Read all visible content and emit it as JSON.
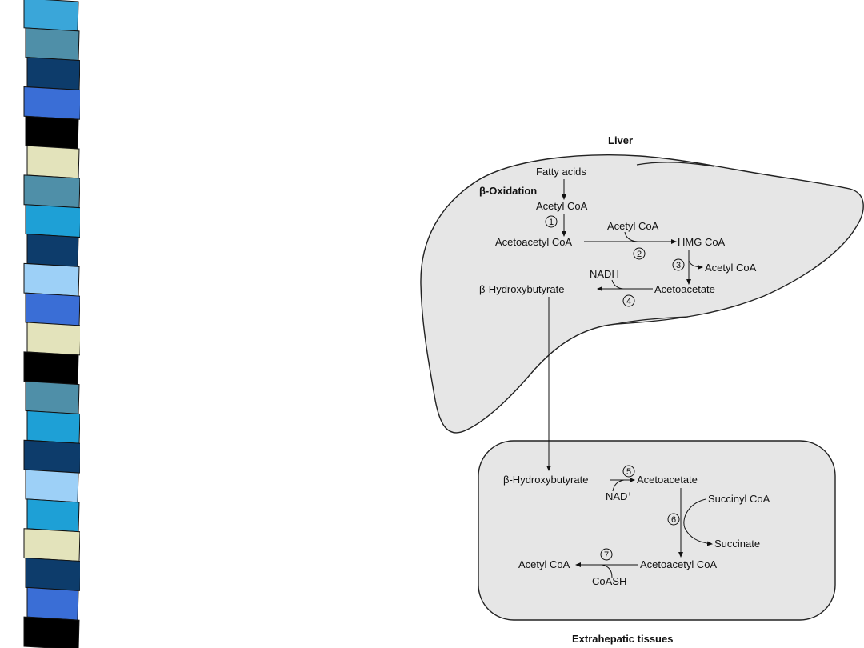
{
  "stripe_colors": [
    "#3aa6d9",
    "#4f8fa8",
    "#0d3c6b",
    "#3a6ed6",
    "#000000",
    "#e3e3bb",
    "#4f8fa8",
    "#1ea0d6",
    "#0d3c6b",
    "#9dd0f7",
    "#3a6ed6",
    "#e3e3bb",
    "#000000",
    "#4f8fa8",
    "#1ea0d6",
    "#0d3c6b",
    "#9dd0f7",
    "#1ea0d6",
    "#e3e3bb",
    "#0d3c6b",
    "#3a6ed6",
    "#000000"
  ],
  "colors": {
    "organ_fill": "#e6e6e6",
    "outline": "#222222"
  },
  "liver": {
    "title": "Liver",
    "fatty_acids": "Fatty acids",
    "beta_oxidation": "β-Oxidation",
    "acetyl_coa_1": "Acetyl CoA",
    "acetyl_coa_2": "Acetyl CoA",
    "acetoacetyl_coa": "Acetoacetyl CoA",
    "hmg_coa": "HMG CoA",
    "acetyl_coa_3": "Acetyl CoA",
    "nadh": "NADH",
    "beta_hydroxybutyrate": "β-Hydroxybutyrate",
    "acetoacetate": "Acetoacetate",
    "step1": "1",
    "step2": "2",
    "step3": "3",
    "step4": "4"
  },
  "extrahepatic": {
    "title": "Extrahepatic tissues",
    "beta_hydroxybutyrate": "β-Hydroxybutyrate",
    "acetoacetate": "Acetoacetate",
    "nad": "NAD",
    "nad_charge": "+",
    "succinyl_coa": "Succinyl CoA",
    "succinate": "Succinate",
    "acetyl_coa": "Acetyl CoA",
    "acetoacetyl_coa": "Acetoacetyl CoA",
    "coash": "CoASH",
    "step5": "5",
    "step6": "6",
    "step7": "7"
  }
}
